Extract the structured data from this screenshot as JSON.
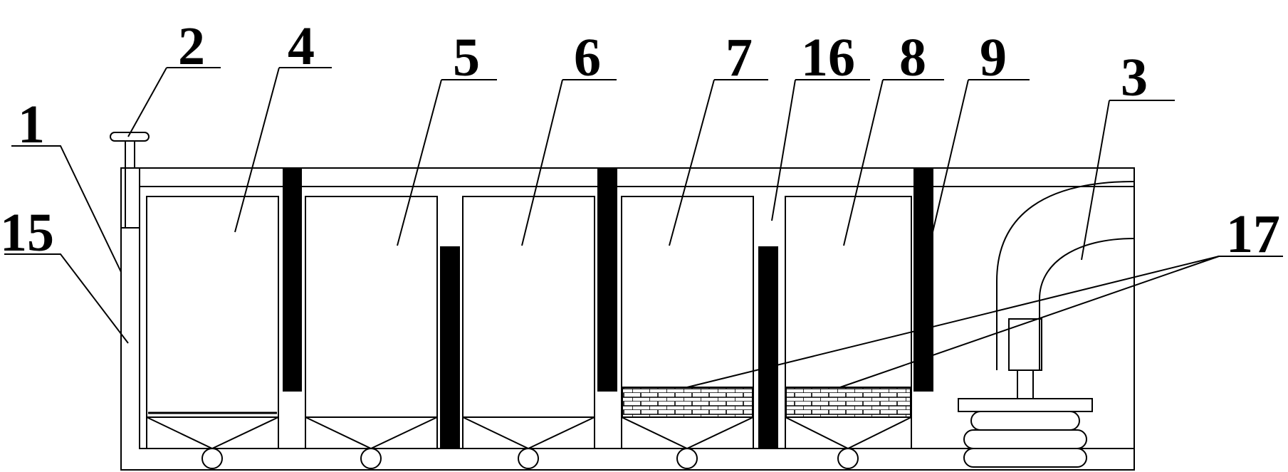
{
  "labels": {
    "l1": "1",
    "l2": "2",
    "l3": "3",
    "l4": "4",
    "l5": "5",
    "l6": "6",
    "l7": "7",
    "l8": "8",
    "l9": "9",
    "l15": "15",
    "l16": "16",
    "l17": "17"
  },
  "colors": {
    "line": "#000000",
    "background": "#ffffff"
  }
}
